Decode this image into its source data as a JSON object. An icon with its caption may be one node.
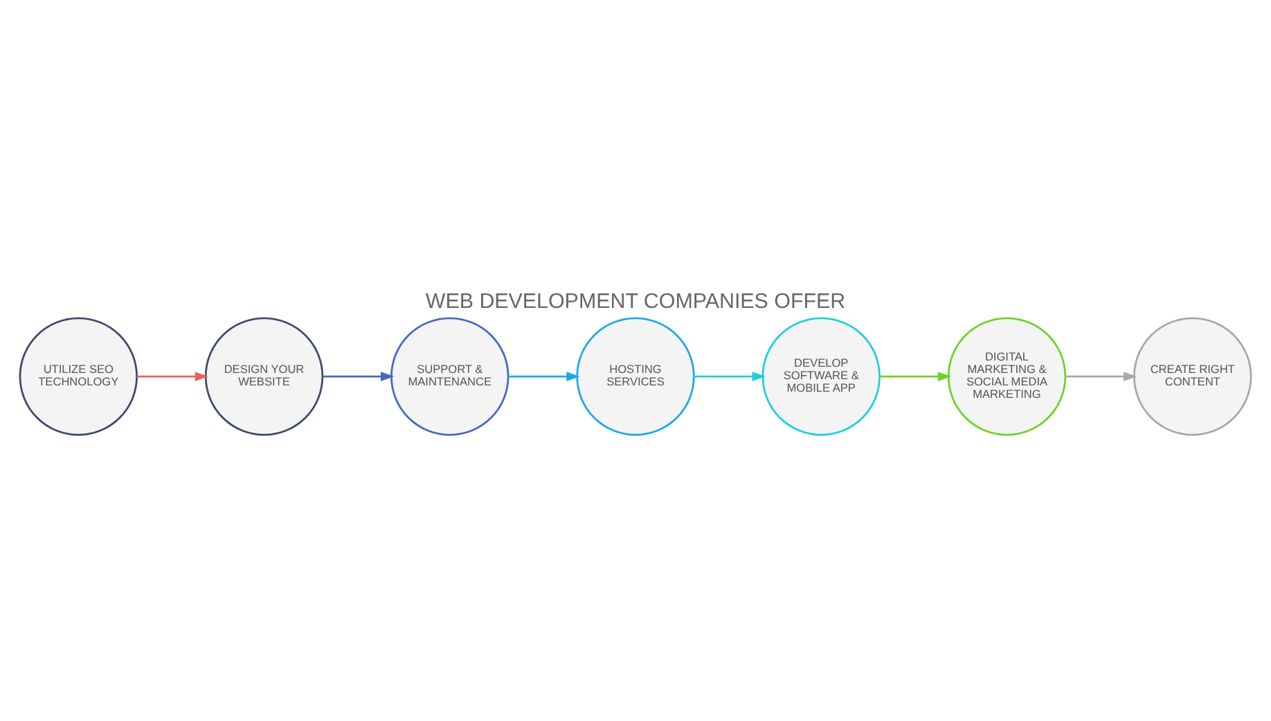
{
  "diagram": {
    "title": "WEB DEVELOPMENT COMPANIES OFFER",
    "nodes": [
      {
        "text": [
          "UTILIZE SEO TECHNOLOGY"
        ]
      },
      {
        "text": [
          "DESIGN YOUR WEBSITE"
        ]
      },
      {
        "text": [
          "SUPPORT & MAINTENANCE"
        ]
      },
      {
        "text": [
          "HOSTING SERVICES"
        ]
      },
      {
        "text": [
          "DEVELOP SOFTWARE & MOBILE APP"
        ]
      },
      {
        "text": [
          "DIGITAL MARKETING & SOCIAL MEDIA MARKETING"
        ]
      },
      {
        "text": [
          "CREATE RIGHT CONTENT"
        ]
      }
    ],
    "edges": [
      {
        "from": 0,
        "to": 1,
        "arrow": "to",
        "color": "#f0605a"
      },
      {
        "from": 1,
        "to": 2,
        "arrow": "to",
        "color": "#4468c4"
      },
      {
        "from": 2,
        "to": 3,
        "arrow": "to",
        "color": "#1aa8f0"
      },
      {
        "from": 3,
        "to": 4,
        "arrow": "to",
        "color": "#1ccfdc"
      },
      {
        "from": 4,
        "to": 5,
        "arrow": "to",
        "color": "#6cd426"
      },
      {
        "from": 5,
        "to": 6,
        "arrow": "to",
        "color": "#a8a8a8"
      }
    ]
  }
}
